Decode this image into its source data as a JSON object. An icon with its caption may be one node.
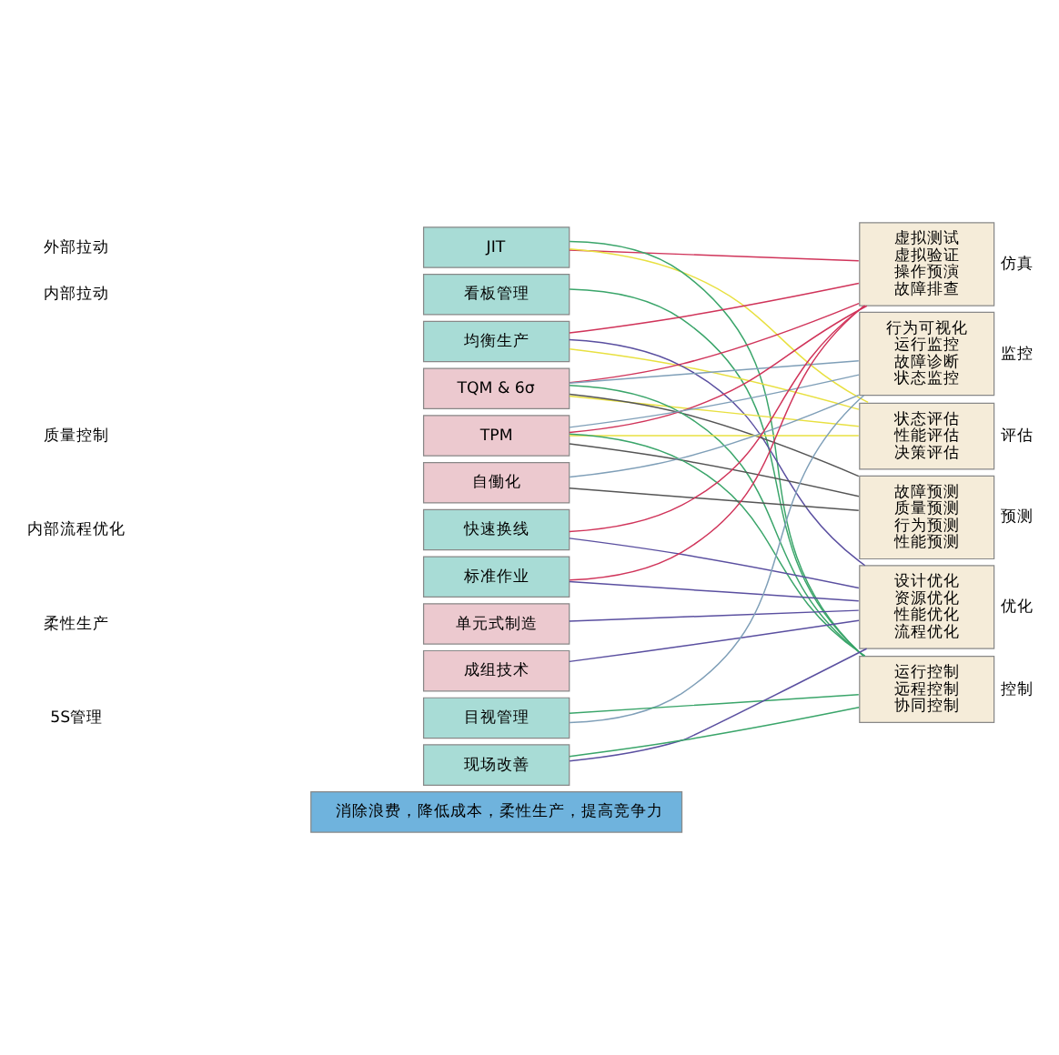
{
  "diagram": {
    "nodes": [
      {
        "text": [
          "JIT"
        ]
      },
      {
        "text": [
          "看板管理"
        ]
      },
      {
        "text": [
          "均衡生产"
        ]
      },
      {
        "text": [
          "TQM & 6σ"
        ]
      },
      {
        "text": [
          "TPM"
        ]
      },
      {
        "text": [
          "自働化"
        ]
      },
      {
        "text": [
          "快速换线"
        ]
      },
      {
        "text": [
          "标准作业"
        ]
      },
      {
        "text": [
          "单元式制造"
        ]
      },
      {
        "text": [
          "成组技术"
        ]
      },
      {
        "text": [
          "目视管理"
        ]
      },
      {
        "text": [
          "现场改善"
        ]
      },
      {
        "text": [
          "虚拟测试",
          "虚拟验证",
          "操作预演",
          "故障排查"
        ],
        "beside": [
          "仿真"
        ]
      },
      {
        "text": [
          "行为可视化",
          "运行监控",
          "故障诊断",
          "状态监控"
        ],
        "beside": [
          "监控"
        ]
      },
      {
        "text": [
          "状态评估",
          "性能评估",
          "决策评估"
        ],
        "beside": [
          "评估"
        ]
      },
      {
        "text": [
          "故障预测",
          "质量预测",
          "行为预测",
          "性能预测"
        ],
        "beside": [
          "预测"
        ]
      },
      {
        "text": [
          "设计优化",
          "资源优化",
          "性能优化",
          "流程优化"
        ],
        "beside": [
          "优化"
        ]
      },
      {
        "text": [
          "运行控制",
          "远程控制",
          "协同控制"
        ],
        "beside": [
          "控制"
        ]
      },
      {
        "text": [
          "消除浪费，降低成本，柔性生产，提高竞争力"
        ]
      }
    ],
    "edges": [
      {
        "from": 0,
        "to": 12,
        "arrow": "none",
        "color": "#d0345a"
      },
      {
        "from": 2,
        "to": 12,
        "arrow": "none",
        "color": "#d0345a"
      },
      {
        "from": 3,
        "to": 12,
        "arrow": "none",
        "color": "#d0345a"
      },
      {
        "from": 4,
        "to": 12,
        "arrow": "none",
        "color": "#d0345a"
      },
      {
        "from": 6,
        "to": 12,
        "arrow": "none",
        "color": "#d0345a"
      },
      {
        "from": 7,
        "to": 12,
        "arrow": "none",
        "color": "#d0345a"
      },
      {
        "from": 3,
        "to": 13,
        "arrow": "none",
        "color": "#7f9fb8"
      },
      {
        "from": 4,
        "to": 13,
        "arrow": "none",
        "color": "#7f9fb8"
      },
      {
        "from": 5,
        "to": 13,
        "arrow": "none",
        "color": "#7f9fb8"
      },
      {
        "from": 10,
        "to": 13,
        "arrow": "none",
        "color": "#7f9fb8"
      },
      {
        "from": 0,
        "to": 14,
        "arrow": "none",
        "color": "#e8e040"
      },
      {
        "from": 2,
        "to": 14,
        "arrow": "none",
        "color": "#e8e040"
      },
      {
        "from": 3,
        "to": 14,
        "arrow": "none",
        "color": "#e8e040"
      },
      {
        "from": 4,
        "to": 14,
        "arrow": "none",
        "color": "#e8e040"
      },
      {
        "from": 3,
        "to": 15,
        "arrow": "none",
        "color": "#555555"
      },
      {
        "from": 4,
        "to": 15,
        "arrow": "none",
        "color": "#555555"
      },
      {
        "from": 5,
        "to": 15,
        "arrow": "none",
        "color": "#555555"
      },
      {
        "from": 2,
        "to": 16,
        "arrow": "none",
        "color": "#5a4fa0"
      },
      {
        "from": 6,
        "to": 16,
        "arrow": "none",
        "color": "#5a4fa0"
      },
      {
        "from": 7,
        "to": 16,
        "arrow": "none",
        "color": "#5a4fa0"
      },
      {
        "from": 8,
        "to": 16,
        "arrow": "none",
        "color": "#5a4fa0"
      },
      {
        "from": 9,
        "to": 16,
        "arrow": "none",
        "color": "#5a4fa0"
      },
      {
        "from": 11,
        "to": 16,
        "arrow": "none",
        "color": "#5a4fa0"
      },
      {
        "from": 0,
        "to": 17,
        "arrow": "none",
        "color": "#3aa56a"
      },
      {
        "from": 1,
        "to": 17,
        "arrow": "none",
        "color": "#3aa56a"
      },
      {
        "from": 3,
        "to": 17,
        "arrow": "none",
        "color": "#3aa56a"
      },
      {
        "from": 4,
        "to": 17,
        "arrow": "none",
        "color": "#3aa56a"
      },
      {
        "from": 10,
        "to": 17,
        "arrow": "none",
        "color": "#3aa56a"
      },
      {
        "from": 11,
        "to": 17,
        "arrow": "none",
        "color": "#3aa56a"
      }
    ],
    "labels": [
      "外部拉动",
      "内部拉动",
      "质量控制",
      "内部流程优化",
      "柔性生产",
      "5S管理"
    ]
  }
}
